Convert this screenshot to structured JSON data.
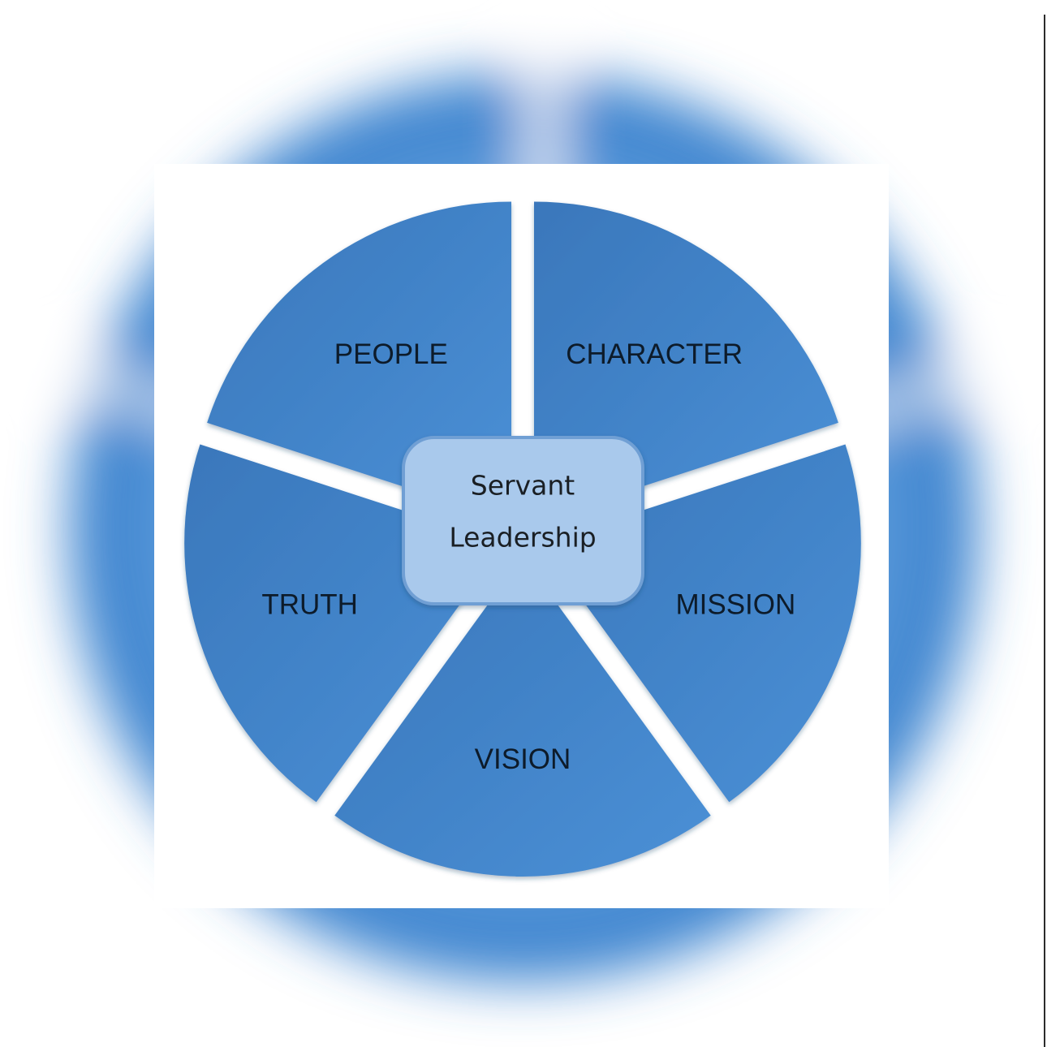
{
  "diagram": {
    "center_label_lines": [
      "Servant",
      "Leadership"
    ],
    "segments": [
      {
        "label": "PEOPLE"
      },
      {
        "label": "CHARACTER"
      },
      {
        "label": "MISSION"
      },
      {
        "label": "VISION"
      },
      {
        "label": "TRUTH"
      }
    ]
  },
  "colors": {
    "segment_light": "#4a90d6",
    "segment_dark": "#3a77bb",
    "hub_fill": "#a9c9ec",
    "hub_stroke": "#6f9fd4",
    "text_dark": "#0d1b2a",
    "backdrop_blue": "#3f86d0"
  }
}
